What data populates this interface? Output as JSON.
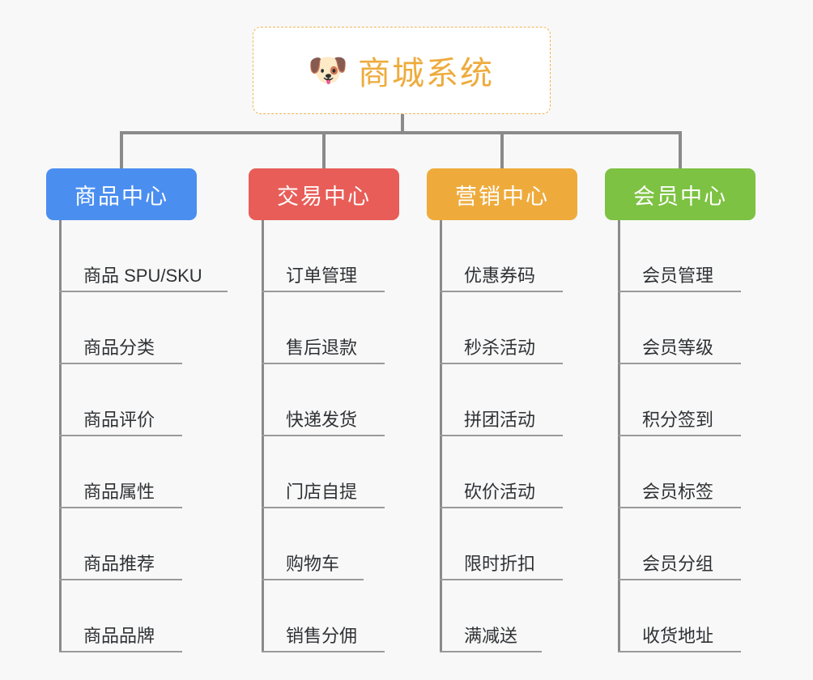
{
  "page": {
    "background_color": "#f8f8f8",
    "line_color": "#8a8a8a",
    "rule_color": "#9a9a9a",
    "leaf_text_color": "#2f3235"
  },
  "root": {
    "icon": "dog-face-icon",
    "icon_glyph": "🐶",
    "title": "商城系统",
    "title_color": "#eeab3c",
    "border_color": "#f0b550",
    "background_color": "#ffffff"
  },
  "categories": [
    {
      "id": "product-center",
      "label": "商品中心",
      "color": "#4a8ef0",
      "items": [
        {
          "label": "商品 SPU/SKU",
          "rule_width": 208
        },
        {
          "label": "商品分类",
          "rule_width": 152
        },
        {
          "label": "商品评价",
          "rule_width": 152
        },
        {
          "label": "商品属性",
          "rule_width": 152
        },
        {
          "label": "商品推荐",
          "rule_width": 152
        },
        {
          "label": "商品品牌",
          "rule_width": 152
        }
      ]
    },
    {
      "id": "trade-center",
      "label": "交易中心",
      "color": "#e85d58",
      "items": [
        {
          "label": "订单管理",
          "rule_width": 152
        },
        {
          "label": "售后退款",
          "rule_width": 152
        },
        {
          "label": "快递发货",
          "rule_width": 152
        },
        {
          "label": "门店自提",
          "rule_width": 152
        },
        {
          "label": "购物车",
          "rule_width": 126
        },
        {
          "label": "销售分佣",
          "rule_width": 152
        }
      ]
    },
    {
      "id": "marketing-center",
      "label": "营销中心",
      "color": "#eeab3c",
      "items": [
        {
          "label": "优惠券码",
          "rule_width": 152
        },
        {
          "label": "秒杀活动",
          "rule_width": 152
        },
        {
          "label": "拼团活动",
          "rule_width": 152
        },
        {
          "label": "砍价活动",
          "rule_width": 152
        },
        {
          "label": "限时折扣",
          "rule_width": 152
        },
        {
          "label": "满减送",
          "rule_width": 126
        }
      ]
    },
    {
      "id": "member-center",
      "label": "会员中心",
      "color": "#7dc242",
      "items": [
        {
          "label": "会员管理",
          "rule_width": 152
        },
        {
          "label": "会员等级",
          "rule_width": 152
        },
        {
          "label": "积分签到",
          "rule_width": 152
        },
        {
          "label": "会员标签",
          "rule_width": 152
        },
        {
          "label": "会员分组",
          "rule_width": 152
        },
        {
          "label": "收货地址",
          "rule_width": 152
        }
      ]
    }
  ]
}
